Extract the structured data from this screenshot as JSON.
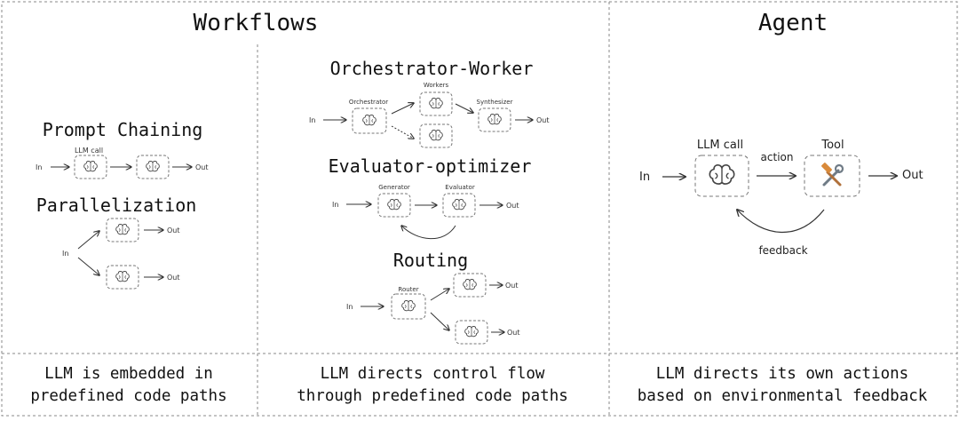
{
  "headers": {
    "workflows": "Workflows",
    "agent": "Agent"
  },
  "sections": {
    "prompt_chaining": {
      "title": "Prompt Chaining",
      "in": "In",
      "llm_call": "LLM call",
      "out": "Out"
    },
    "parallelization": {
      "title": "Parallelization",
      "in": "In",
      "out_top": "Out",
      "out_bottom": "Out"
    },
    "orchestrator_worker": {
      "title": "Orchestrator-Worker",
      "in": "In",
      "orchestrator": "Orchestrator",
      "workers": "Workers",
      "synthesizer": "Synthesizer",
      "out": "Out"
    },
    "evaluator_optimizer": {
      "title": "Evaluator-optimizer",
      "in": "In",
      "generator": "Generator",
      "evaluator": "Evaluator",
      "out": "Out"
    },
    "routing": {
      "title": "Routing",
      "in": "In",
      "router": "Router",
      "out_top": "Out",
      "out_bottom": "Out"
    },
    "agent": {
      "in": "In",
      "llm_call": "LLM call",
      "action": "action",
      "tool": "Tool",
      "out": "Out",
      "feedback": "feedback"
    }
  },
  "footer": {
    "col1_line1": "LLM is embedded in",
    "col1_line2": "predefined code paths",
    "col2_line1": "LLM directs control flow",
    "col2_line2": "through predefined code paths",
    "col3_line1": "LLM directs its own actions",
    "col3_line2": "based on environmental feedback"
  },
  "icons": {
    "llm_node": "brain-icon",
    "tool_node": "hammer-wrench-icon"
  },
  "colors": {
    "line": "#333333",
    "dashed_border": "#777777",
    "tool_hammer": "#d98a3a",
    "tool_wrench": "#6f7b86"
  }
}
